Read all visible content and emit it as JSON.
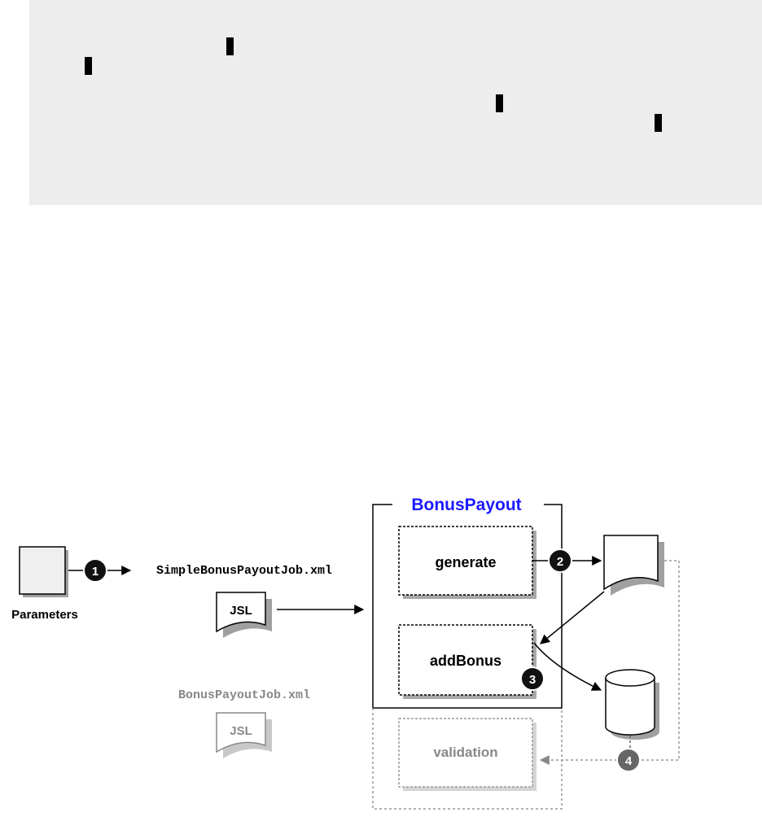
{
  "diagram": {
    "job_title": "BonusPayout",
    "steps": {
      "generate": "generate",
      "add_bonus": "addBonus",
      "validation": "validation"
    },
    "parameters_label": "Parameters",
    "simple_job_file": "SimpleBonusPayoutJob.xml",
    "full_job_file": "BonusPayoutJob.xml",
    "jsl_label": "JSL",
    "markers": [
      "1",
      "2",
      "3",
      "4"
    ],
    "colors": {
      "title": "#1a1aff",
      "dim": "#888888",
      "marker_dark": "#111111",
      "marker_gray": "#666666"
    }
  }
}
